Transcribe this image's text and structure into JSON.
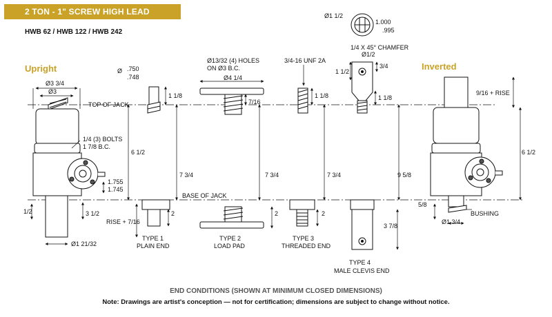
{
  "header": {
    "title": "2 TON - 1\" SCREW HIGH LEAD",
    "models": "HWB 62 / HWB 122 / HWB 242",
    "upright": "Upright",
    "inverted": "Inverted"
  },
  "dims": {
    "d_3_34": "Ø3 3/4",
    "d_3": "Ø3",
    "d_750": ".750",
    "d_748": ".748",
    "d_prefix": "Ø",
    "holes_1": "Ø13/32 (4) HOLES",
    "holes_2": "ON Ø3 B.C.",
    "d_4_14": "Ø4 1/4",
    "unf": "3/4-16 UNF 2A",
    "chamfer": "1/4 X 45° CHAMFER",
    "d_12": "Ø1/2",
    "d_1_12": "Ø1 1/2",
    "d_1000": "1.000",
    "d_995": ".995",
    "top_of_jack": "TOP OF JACK",
    "base_of_jack": "BASE OF JACK",
    "bolts_1": "1/4 (3) BOLTS",
    "bolts_2": "1 7/8 B.C.",
    "d_1755": "1.755",
    "d_1745": "1.745",
    "v_1_18_a": "1 1/8",
    "v_1_18_b": "1 1/8",
    "v_1_18_c": "1 1/8",
    "v_7_16": "7/16",
    "v_1_12": "1 1/2",
    "v_3_4": "3/4",
    "v_6_12_left": "6 1/2",
    "v_6_12_right": "6 1/2",
    "v_7_34_a": "7 3/4",
    "v_7_34_b": "7 3/4",
    "v_7_34_c": "7 3/4",
    "v_9_58": "9 5/8",
    "v_9_16_rise": "9/16 + RISE",
    "v_5_8": "5/8",
    "v_2_a": "2",
    "v_2_b": "2",
    "v_2_c": "2",
    "v_3_78": "3 7/8",
    "h_1_2": "1/2",
    "v_3_12": "3 1/2",
    "rise_7_16": "RISE + 7/16",
    "d_1_2132": "Ø1 21/32",
    "d_1_34": "Ø1 3/4",
    "bushing": "BUSHING"
  },
  "types": {
    "t1_a": "TYPE 1",
    "t1_b": "PLAIN END",
    "t2_a": "TYPE 2",
    "t2_b": "LOAD PAD",
    "t3_a": "TYPE 3",
    "t3_b": "THREADED END",
    "t4_a": "TYPE 4",
    "t4_b": "MALE CLEVIS END"
  },
  "footer": {
    "end_conditions": "END CONDITIONS (SHOWN AT MINIMUM CLOSED DIMENSIONS)",
    "note": "Note: Drawings are artist's conception — not for certification; dimensions are subject to change without notice."
  }
}
